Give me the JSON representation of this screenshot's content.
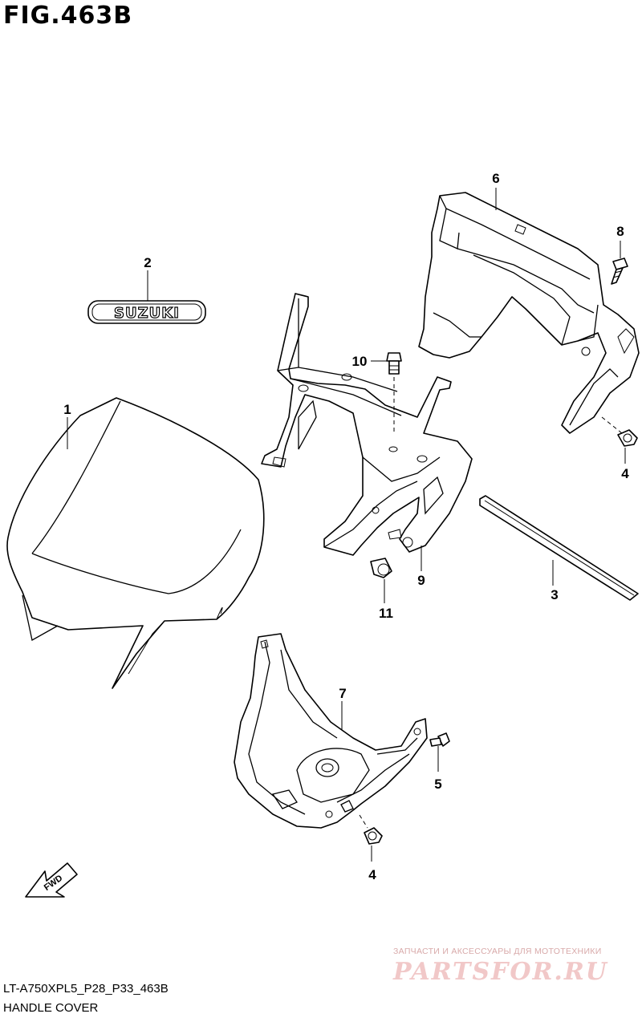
{
  "figure": {
    "title": "FIG.463B",
    "code": "LT-A750XPL5_P28_P33_463B",
    "name": "HANDLE COVER"
  },
  "emblem_text": "SUZUKI",
  "fwd_label": "FWD",
  "callouts": {
    "c1": "1",
    "c2": "2",
    "c3": "3",
    "c4a": "4",
    "c4b": "4",
    "c5": "5",
    "c6": "6",
    "c7": "7",
    "c8": "8",
    "c9": "9",
    "c10": "10",
    "c11": "11"
  },
  "watermark": {
    "tagline": "ЗАПЧАСТИ И АКСЕССУАРЫ ДЛЯ МОТОТЕХНИКИ",
    "logo": "PARTSFOR.RU"
  }
}
